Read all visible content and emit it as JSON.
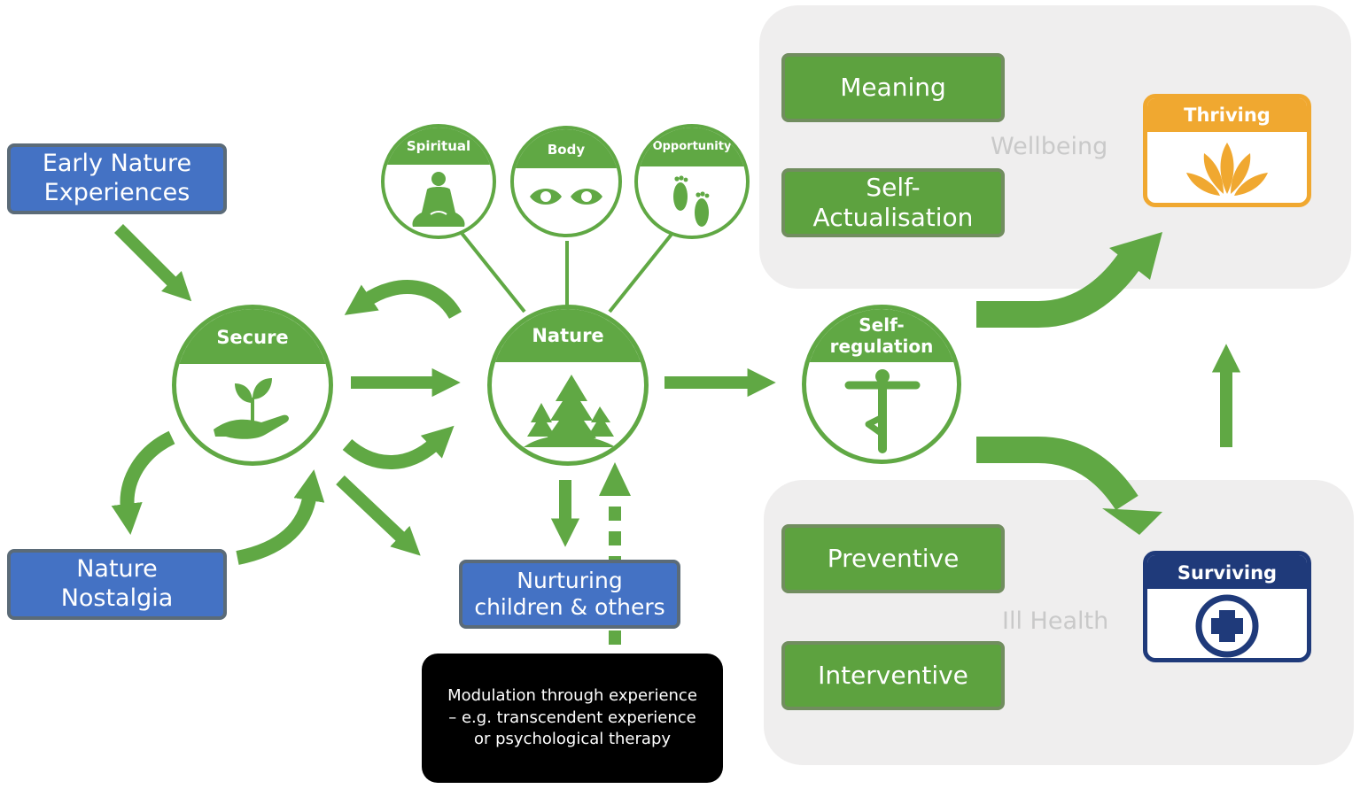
{
  "colors": {
    "green": "#60a844",
    "blue": "#4472c4",
    "orange": "#f0a830",
    "navy": "#1f3a7a",
    "panel": "#efeeee"
  },
  "panels": {
    "wellbeing": {
      "label": "Wellbeing"
    },
    "ill_health": {
      "label": "Ill Health"
    }
  },
  "boxes": {
    "early_nature": [
      "Early Nature",
      "Experiences"
    ],
    "nature_nostalgia": [
      "Nature",
      "Nostalgia"
    ],
    "nurturing": [
      "Nurturing",
      "children & others"
    ],
    "meaning": "Meaning",
    "self_actualisation": [
      "Self-",
      "Actualisation"
    ],
    "preventive": "Preventive",
    "interventive": "Interventive"
  },
  "circles": {
    "secure": {
      "label": "Secure",
      "icon": "hand-plant-icon"
    },
    "nature": {
      "label": "Nature",
      "icon": "trees-icon"
    },
    "self_regulation": {
      "label_lines": [
        "Self-",
        "regulation"
      ],
      "icon": "yoga-pose-icon"
    },
    "spiritual": {
      "label": "Spiritual",
      "icon": "buddha-icon"
    },
    "body": {
      "label": "Body",
      "icon": "eyes-icon"
    },
    "opportunity": {
      "label": "Opportunity",
      "icon": "footprints-icon"
    }
  },
  "cards": {
    "thriving": {
      "label": "Thriving",
      "icon": "lotus-icon"
    },
    "surviving": {
      "label": "Surviving",
      "icon": "medical-cross-icon"
    }
  },
  "modulation": {
    "lines": [
      "Modulation through experience",
      "– e.g. transcendent experience",
      "or psychological therapy"
    ]
  }
}
